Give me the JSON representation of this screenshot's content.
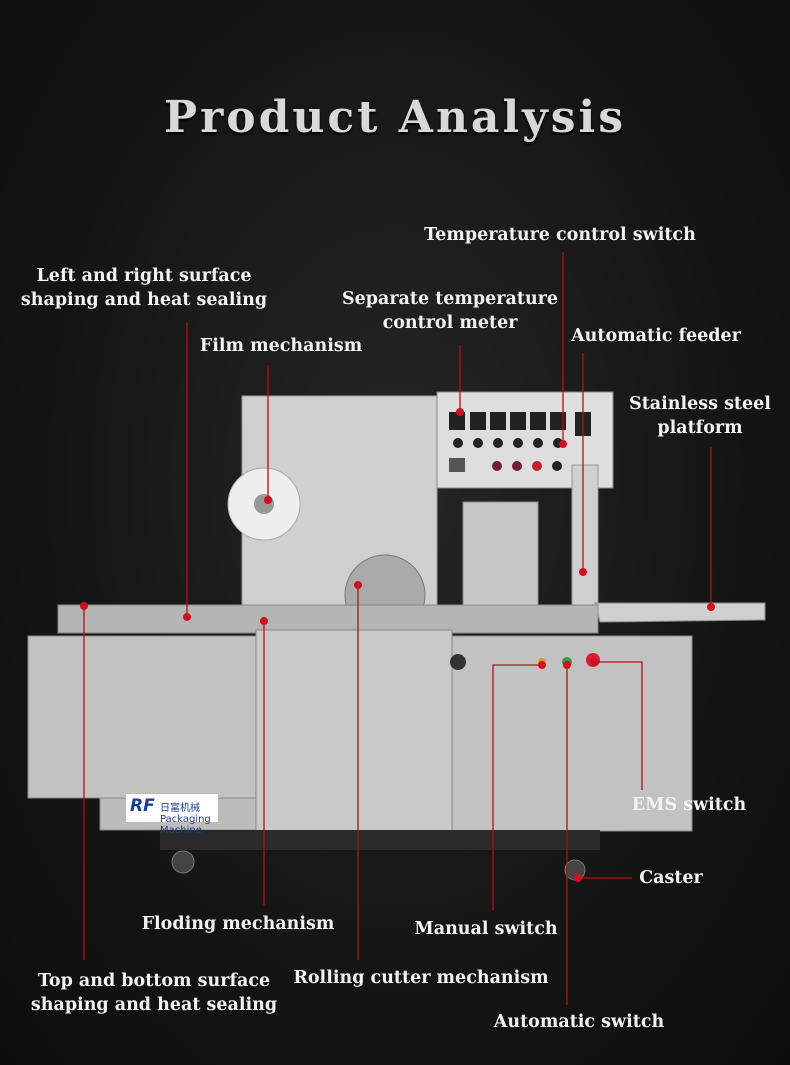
{
  "title": "Product Analysis",
  "labels": {
    "temperature_control_switch": "Temperature control switch",
    "left_right_sealing_1": "Left and right surface",
    "left_right_sealing_2": "shaping and heat sealing",
    "separate_meter_1": "Separate temperature",
    "separate_meter_2": "control meter",
    "film_mechanism": "Film mechanism",
    "automatic_feeder": "Automatic feeder",
    "platform_1": "Stainless steel",
    "platform_2": "platform",
    "ems_switch": "EMS switch",
    "caster": "Caster",
    "floding_mechanism": "Floding mechanism",
    "manual_switch": "Manual switch",
    "top_bottom_sealing_1": "Top and bottom surface",
    "top_bottom_sealing_2": "shaping and heat sealing",
    "rolling_cutter": "Rolling cutter mechanism",
    "automatic_switch": "Automatic switch"
  },
  "logo": {
    "brand": "RF",
    "text": "日富机械 Packaging Machine"
  },
  "colors": {
    "leader": "#b0101a",
    "dot": "#d01020",
    "machine": "#bdbdbd"
  }
}
